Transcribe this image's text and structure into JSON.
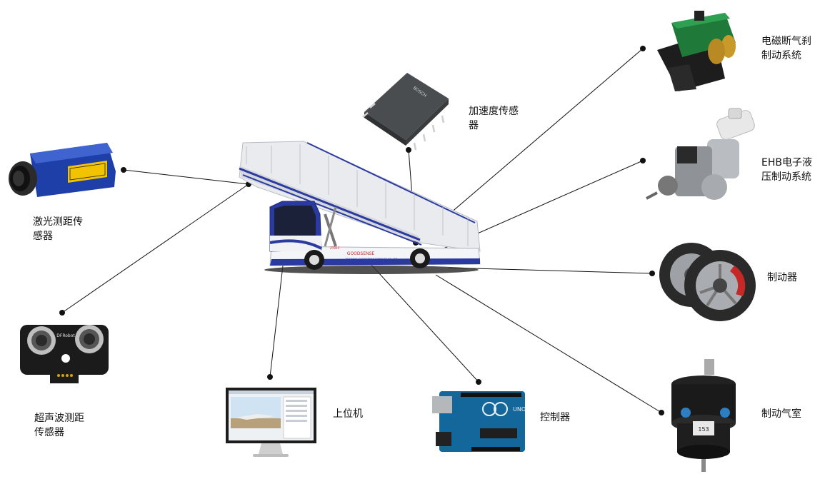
{
  "labels": {
    "laser": "激光测距传\n感器",
    "ultrasonic": "超声波测距\n传感器",
    "accel": "加速度传感\n器",
    "ebrake": "电磁断气刹\n制动系统",
    "ehb": "EHB电子液\n压制动系统",
    "brake": "制动器",
    "host": "上位机",
    "controller": "控制器",
    "chamber": "制动气室"
  },
  "vehicle_text": {
    "brand": "GOODSENSE",
    "company": "ZHEJIANG GOODSENSE FORKLIFT CO.,LTD",
    "model": "ZTB24"
  },
  "component_text": {
    "accel_chip": "BOSCH",
    "ultra_brand": "DFRobot",
    "arduino": "UNO",
    "chamber_plate": "153"
  }
}
